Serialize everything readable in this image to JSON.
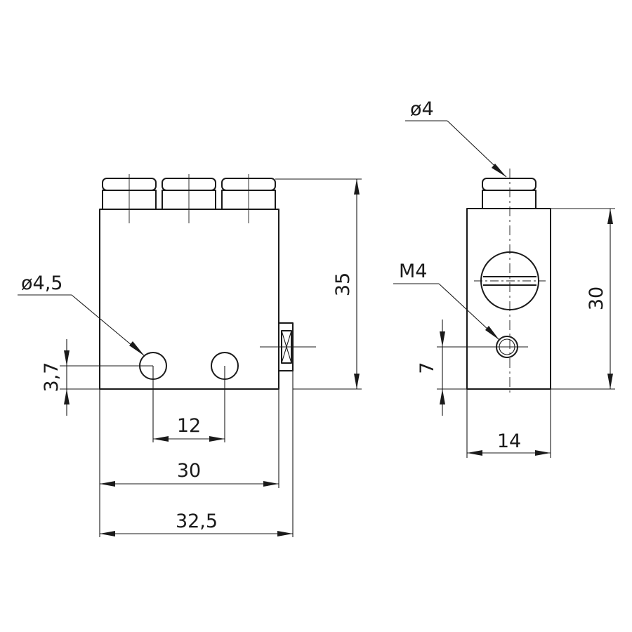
{
  "front_view": {
    "dim_width_inner": "30",
    "dim_width_outer": "32,5",
    "dim_hole_spacing": "12",
    "dim_hole_height": "3,7",
    "dim_height": "35",
    "hole_diameter": "ø4,5"
  },
  "side_view": {
    "fitting_diameter": "ø4",
    "thread": "M4",
    "dim_thread_height": "7",
    "dim_height": "30",
    "dim_width": "14"
  }
}
